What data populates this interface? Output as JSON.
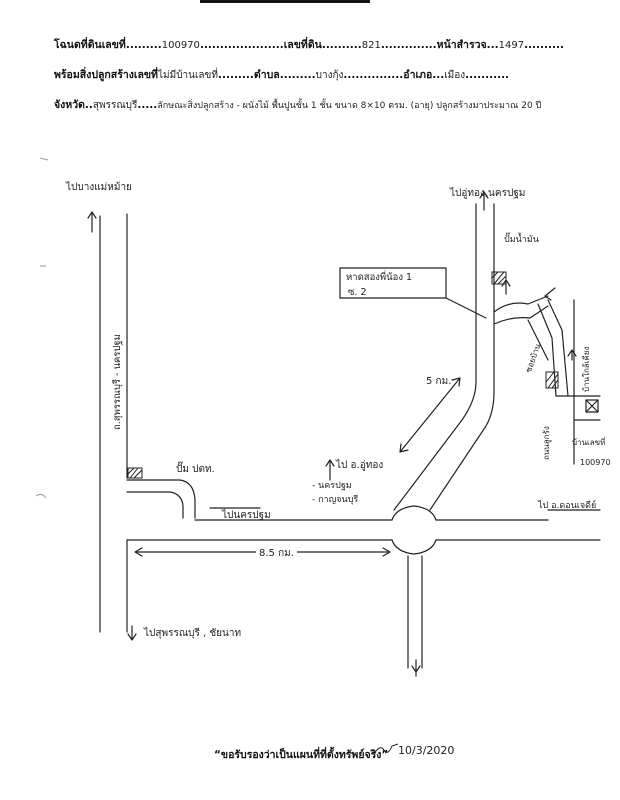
{
  "header": {
    "line1": {
      "deed_label": "โฉนดที่ดินเลขที่",
      "deed_value": "100970",
      "land_no_label": "เลขที่ดิน",
      "land_no_value": "821",
      "survey_page_label": "หน้าสำรวจ",
      "survey_page_value": "1497"
    },
    "line2": {
      "building_label": "พร้อมสิ่งปลูกสร้างเลขที่",
      "building_value": "ไม่มีบ้านเลขที่",
      "subdistrict_label": "ตำบล",
      "subdistrict_value": "บางกุ้ง",
      "district_label": "อำเภอ",
      "district_value": "เมือง"
    },
    "line3": {
      "province_label": "จังหวัด",
      "province_value": "สุพรรณบุรี",
      "description": "ลักษณะสิ่งปลูกสร้าง - ผนังไม้ พื้นปูนชั้น 1 ชั้น ขนาด 8×10 ตรม. (อายุ) ปลูกสร้างมาประมาณ 20 ปี"
    }
  },
  "map": {
    "labels": {
      "to_bang_mae_mai": "ไปบางแม่หม้าย",
      "to_u_thong_nakhon_pathom": "ไปอู่ทอง,นครปฐม",
      "road_suphan_nakhon_pathom": "ถ.สุพรรณบุรี - นครปฐม",
      "ptt_station": "ปั๊ม ปตท.",
      "to_nakhon_pathom_left": "ไปนครปฐม",
      "to_u_thong": "ไป อ.อู่ทอง",
      "sub_nakhon_pathom": "- นครปฐม",
      "sub_kanchanaburi": "- กาญจนบุรี",
      "to_don_chedi": "ไป อ.ดอนเจดีย์",
      "distance_bottom": "8.5 กม.",
      "distance_middle": "5 กม.",
      "to_suphanburi": "ไปสุพรรณบุรี , ชัยนาท",
      "school": "หาดสองพี่น้อง 1",
      "soi": "ซ. 2",
      "gas_shop": "ปั๊มน้ำมัน",
      "side_note_1": "ซอยบ้าน",
      "side_note_2": "ถนนลูกรัง",
      "side_note_3": "บ้านใกล้เคียง",
      "plot_label": "บ้านเลขที่",
      "plot_no": "100970"
    }
  },
  "footer": {
    "statement": "“ขอรับรองว่าเป็นแผนที่ที่ตั้งทรัพย์จริง”",
    "date": "10/3/2020"
  }
}
